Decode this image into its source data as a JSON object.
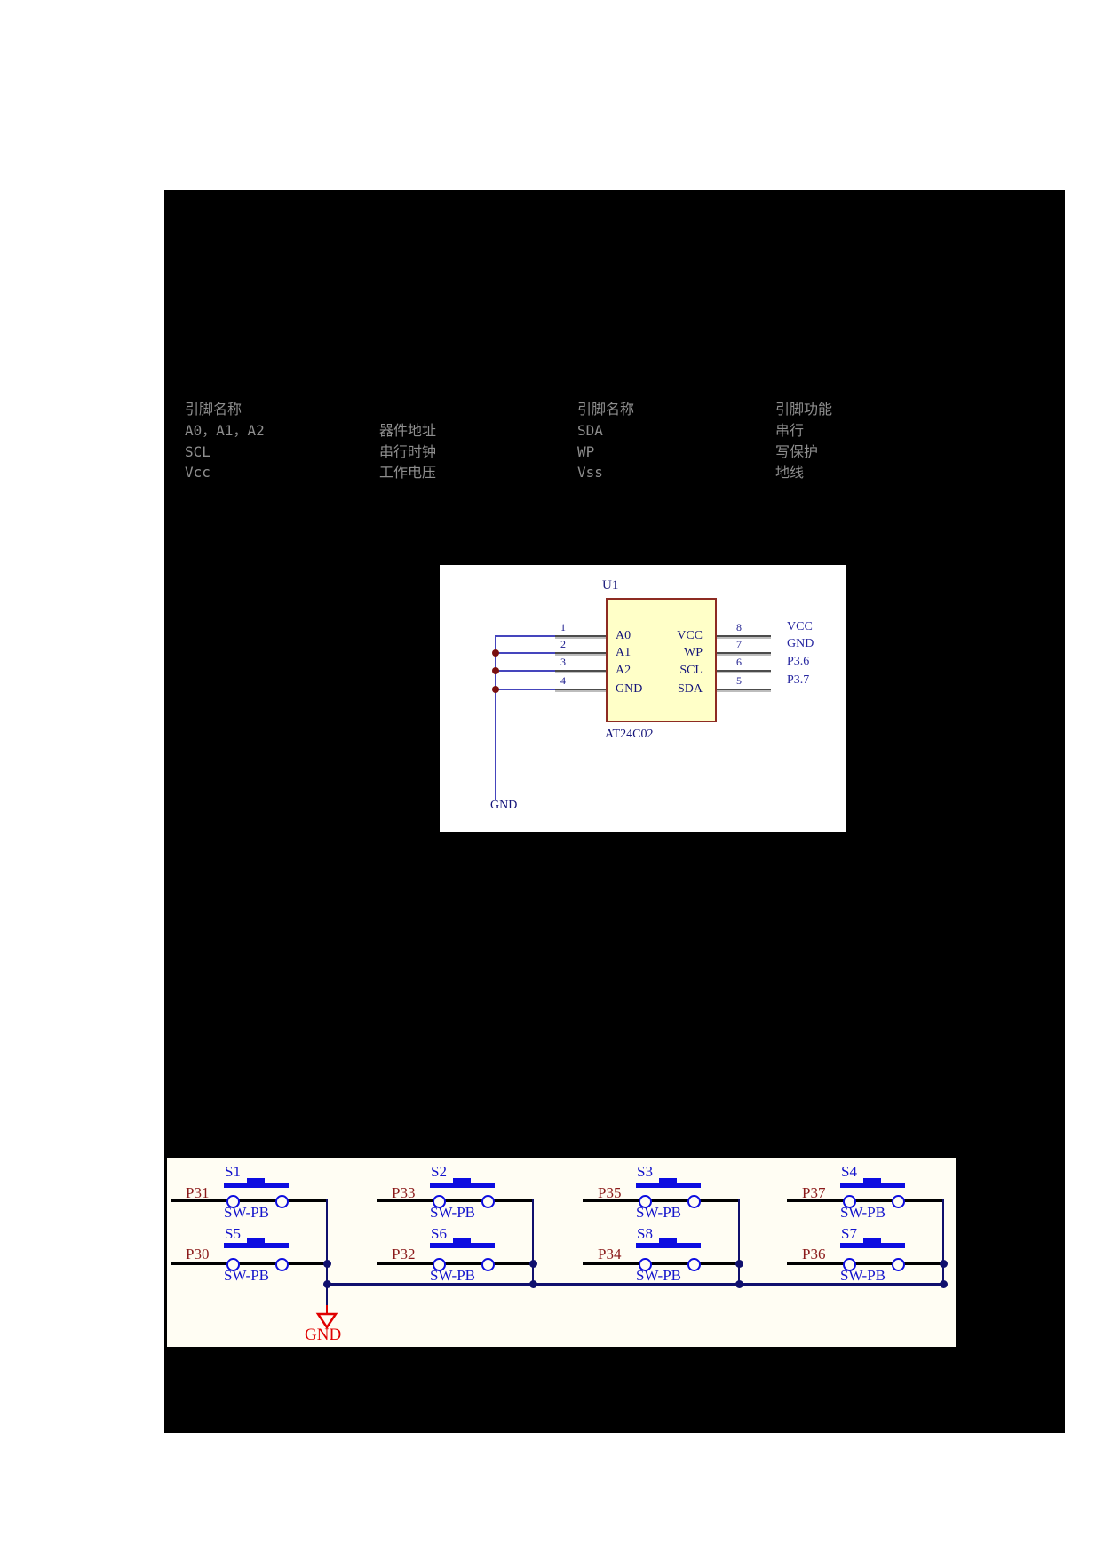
{
  "pin_table": {
    "header": [
      "引脚名称",
      "",
      "引脚名称",
      "引脚功能"
    ],
    "rows": [
      [
        "A0，A1，A2",
        "器件地址",
        "SDA",
        "串行"
      ],
      [
        "SCL",
        "串行时钟",
        "WP",
        "写保护"
      ],
      [
        "Vcc",
        "工作电压",
        "Vss",
        "地线"
      ]
    ]
  },
  "schematic1": {
    "ref": "U1",
    "part": "AT24C02",
    "ground_label": "GND",
    "left_pins": [
      {
        "num": "1",
        "name": "A0"
      },
      {
        "num": "2",
        "name": "A1"
      },
      {
        "num": "3",
        "name": "A2"
      },
      {
        "num": "4",
        "name": "GND"
      }
    ],
    "right_pins": [
      {
        "num": "8",
        "name": "VCC",
        "net": "VCC"
      },
      {
        "num": "7",
        "name": "WP",
        "net": "GND"
      },
      {
        "num": "6",
        "name": "SCL",
        "net": "P3.6"
      },
      {
        "num": "5",
        "name": "SDA",
        "net": "P3.7"
      }
    ],
    "colors": {
      "chip_fill": "#ffffc8",
      "chip_border": "#8d2b22",
      "wire": "#4545bd",
      "text": "#14147a",
      "junction": "#7a1010"
    }
  },
  "schematic2": {
    "columns": [
      {
        "top": {
          "designator": "S1",
          "net": "P31",
          "part": "SW-PB"
        },
        "bottom": {
          "designator": "S5",
          "net": "P30",
          "part": "SW-PB"
        }
      },
      {
        "top": {
          "designator": "S2",
          "net": "P33",
          "part": "SW-PB"
        },
        "bottom": {
          "designator": "S6",
          "net": "P32",
          "part": "SW-PB"
        }
      },
      {
        "top": {
          "designator": "S3",
          "net": "P35",
          "part": "SW-PB"
        },
        "bottom": {
          "designator": "S8",
          "net": "P34",
          "part": "SW-PB"
        }
      },
      {
        "top": {
          "designator": "S4",
          "net": "P37",
          "part": "SW-PB"
        },
        "bottom": {
          "designator": "S7",
          "net": "P36",
          "part": "SW-PB"
        }
      }
    ],
    "ground_label": "GND",
    "colors": {
      "symbol": "#1414cc",
      "net_label": "#8b1a1a",
      "wire_h": "#000000",
      "wire_v": "#10106e",
      "ground": "#e00000",
      "bg": "#fffdf3"
    }
  }
}
